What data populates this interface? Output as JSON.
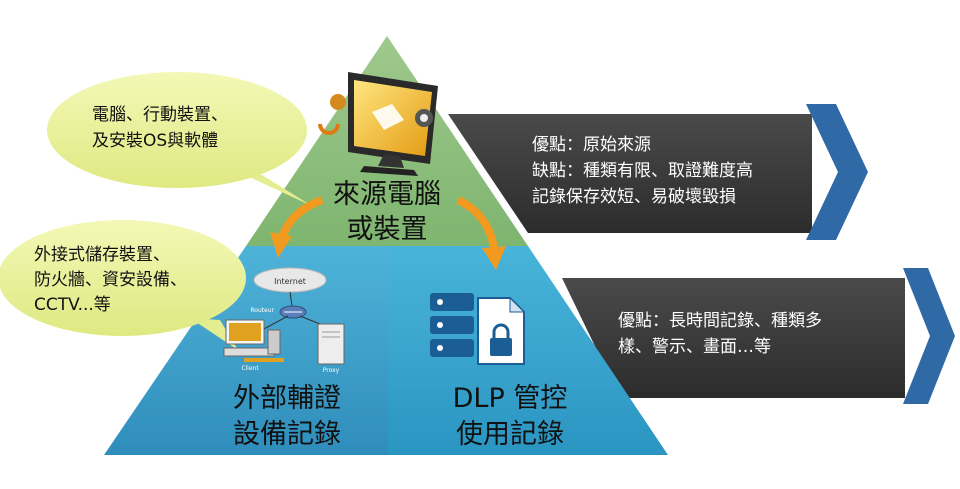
{
  "pyramid": {
    "top": {
      "lines": [
        "來源電腦",
        "或裝置"
      ]
    },
    "bottom_left": {
      "lines": [
        "外部輔證",
        "設備記錄"
      ]
    },
    "bottom_right": {
      "lines": [
        "DLP 管控",
        "使用記錄"
      ]
    }
  },
  "bubbles": {
    "top": {
      "lines": [
        "電腦、行動裝置、",
        "及安裝OS與軟體"
      ]
    },
    "bottom": {
      "lines": [
        "外接式儲存裝置、",
        "防火牆、資安設備、",
        "CCTV...等"
      ]
    }
  },
  "panels": {
    "top": {
      "lines": [
        "優點：原始來源",
        "缺點：種類有限、取證難度高",
        "記錄保存效短、易破壞毀損"
      ]
    },
    "bottom": {
      "lines": [
        "優點：長時間記錄、種類多",
        "樣、警示、畫面…等"
      ]
    }
  },
  "network": {
    "internet_label": "Internet",
    "router_label": "Routeur",
    "client_label": "Client",
    "proxy_label": "Proxy"
  },
  "colors": {
    "top_tier": "#8fbf7c",
    "bottom_left_tier": "#3d9fc8",
    "bottom_right_tier": "#37a5cc",
    "panel": "#3b3b3b",
    "chevron": "#2f6aa6",
    "bubble": "#e9f199",
    "arrow": "#f29a1f"
  }
}
